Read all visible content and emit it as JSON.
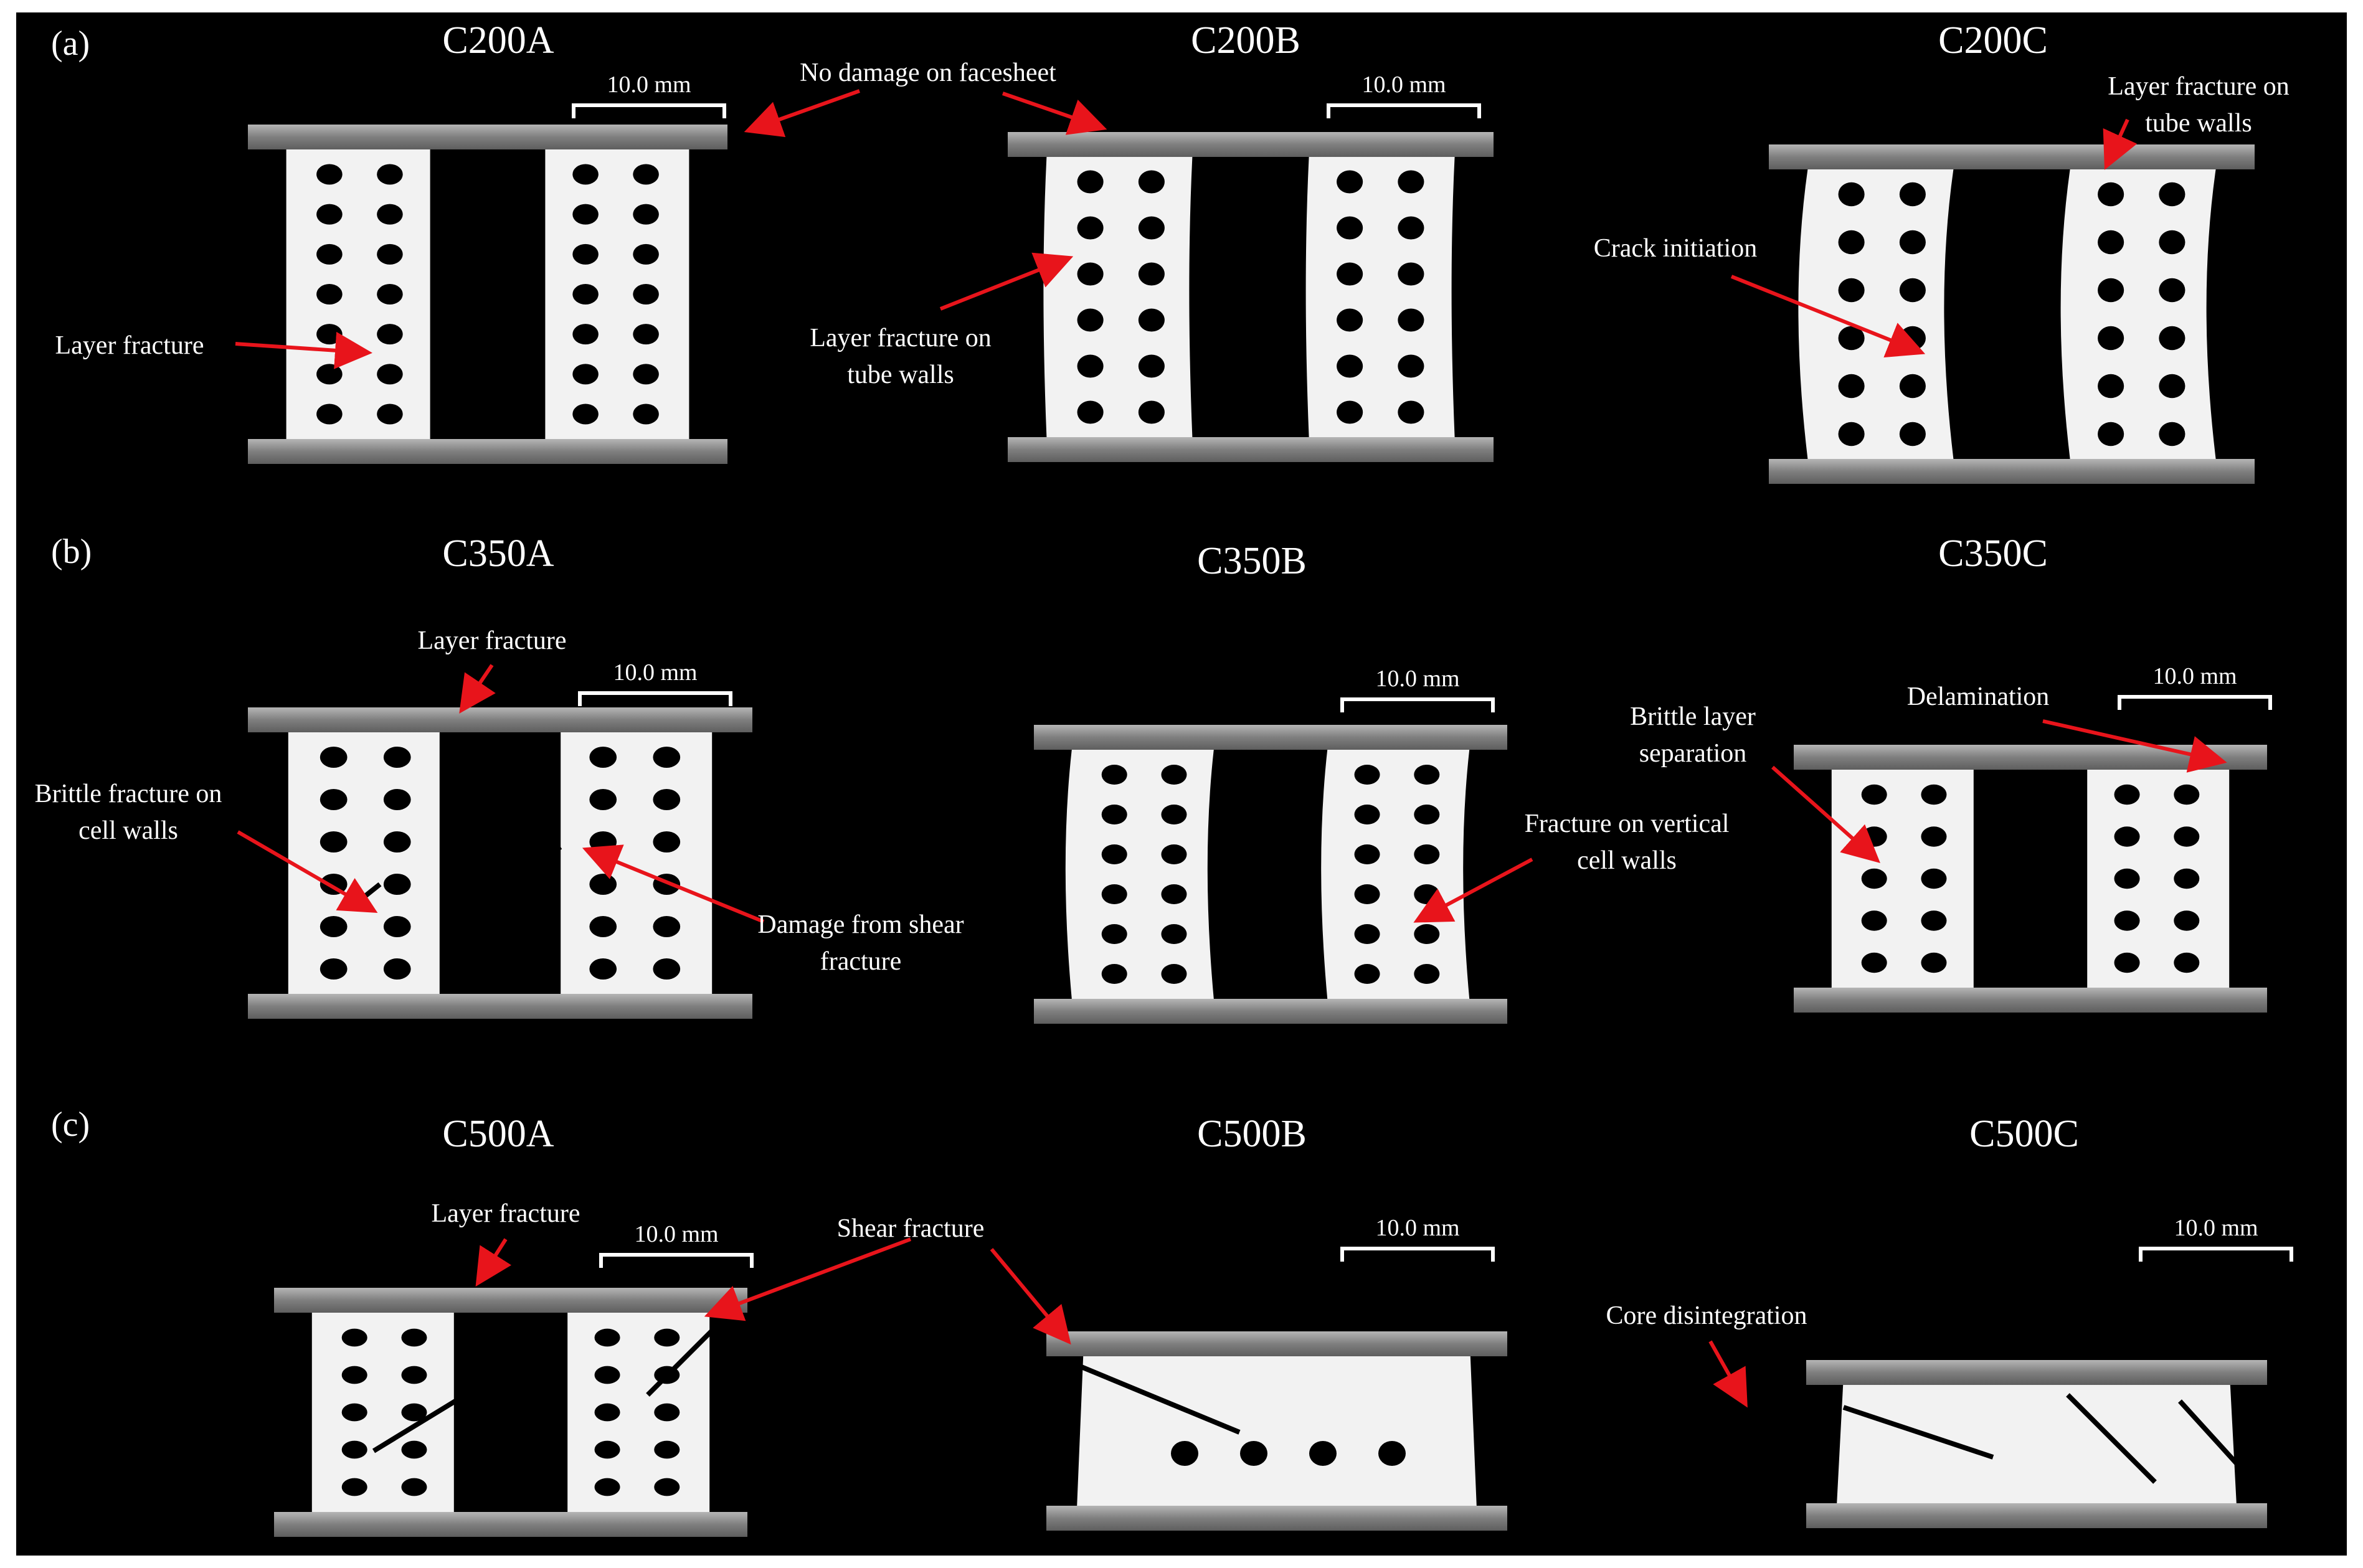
{
  "rows": {
    "a": {
      "label": "(a)"
    },
    "b": {
      "label": "(b)"
    },
    "c": {
      "label": "(c)"
    }
  },
  "titles": {
    "c200a": "C200A",
    "c200b": "C200B",
    "c200c": "C200C",
    "c350a": "C350A",
    "c350b": "C350B",
    "c350c": "C350C",
    "c500a": "C500A",
    "c500b": "C500B",
    "c500c": "C500C"
  },
  "scale_bar": "10.0 mm",
  "annotations": {
    "no_damage": "No damage on facesheet",
    "layer_fracture_a": "Layer fracture",
    "layer_fracture_tube_b_1": "Layer fracture on",
    "layer_fracture_tube_b_2": "tube walls",
    "layer_fracture_tube_c_1": "Layer fracture on",
    "layer_fracture_tube_c_2": "tube walls",
    "crack_initiation": "Crack initiation",
    "layer_fracture_350a": "Layer fracture",
    "brittle_cell_1": "Brittle fracture on",
    "brittle_cell_2": "cell walls",
    "shear_damage_1": "Damage from shear",
    "shear_damage_2": "fracture",
    "vertical_fracture_1": "Fracture on vertical",
    "vertical_fracture_2": "cell walls",
    "brittle_sep_1": "Brittle layer",
    "brittle_sep_2": "separation",
    "delamination": "Delamination",
    "layer_fracture_500a": "Layer fracture",
    "shear_fracture": "Shear fracture",
    "core_disintegration": "Core disintegration"
  },
  "colors": {
    "background": "#000000",
    "arrow": "#e8141b",
    "specimen": "#f2f2f2",
    "facesheet": "#8c8c8c"
  }
}
